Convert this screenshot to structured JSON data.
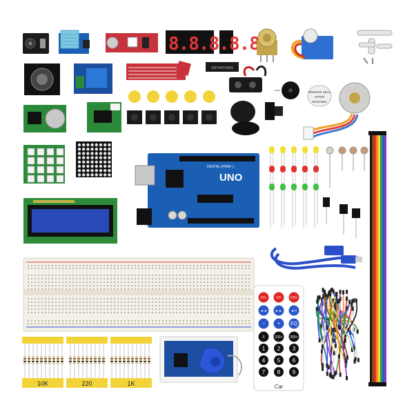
{
  "kit": {
    "board_label": "UNO",
    "board_small_text": "DIGITAL (PWM~)",
    "segment_display": "8.8.8.8.8.",
    "resistor_labels": [
      "10K",
      "220",
      "1K"
    ],
    "stepper_label": "REMOVE SEAL AFTER WASHING",
    "remote_top_buttons": [
      "CH-",
      "CH",
      "CH+"
    ],
    "remote_row2": [
      "◄◄",
      "►►",
      "►II"
    ],
    "remote_row3": [
      "−",
      "+",
      "EQ"
    ],
    "remote_row4": [
      "0",
      "100+",
      "200+"
    ],
    "remote_digits": [
      "1",
      "2",
      "3",
      "4",
      "5",
      "6",
      "7",
      "8",
      "9"
    ],
    "remote_brand": "Car",
    "chip_text": "SN74HC595N"
  },
  "colors": {
    "board_blue": "#1a5fb4",
    "lcd_green": "#2e8b3a",
    "module_red": "#c8323c",
    "module_blue": "#1c4fa0",
    "yellow_cap": "#f2d43a",
    "breadboard": "#f3f0e8"
  }
}
